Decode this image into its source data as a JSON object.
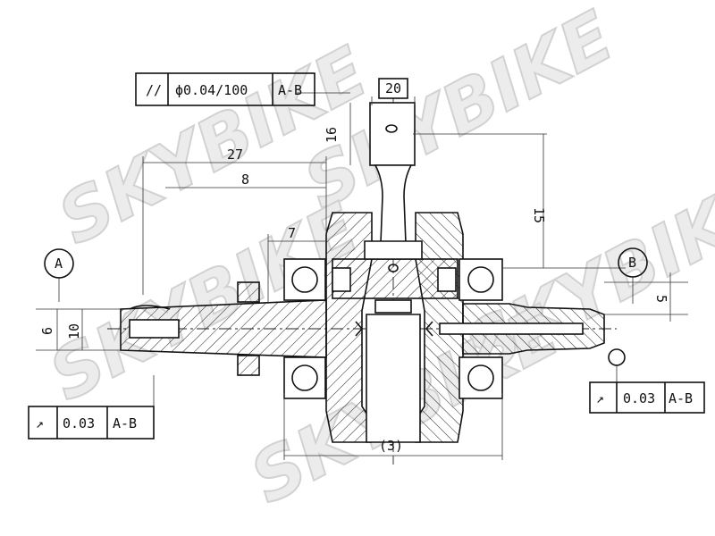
{
  "watermark": "SKYBIKE",
  "tolerances": {
    "top": {
      "symbol": "//",
      "value": "ϕ0.04/100",
      "datum": "A-B"
    },
    "left": {
      "symbol": "↗",
      "value": "0.03",
      "datum": "A-B"
    },
    "right": {
      "symbol": "↗",
      "value": "0.03",
      "datum": "A-B"
    }
  },
  "datums": {
    "a": "A",
    "b": "B"
  },
  "dimensions": {
    "d20": "20",
    "d16": "16",
    "d27": "27",
    "d8": "8",
    "d15": "15",
    "d7": "7",
    "d5": "5",
    "d6": "6",
    "d10": "10",
    "d3": "(3)"
  }
}
